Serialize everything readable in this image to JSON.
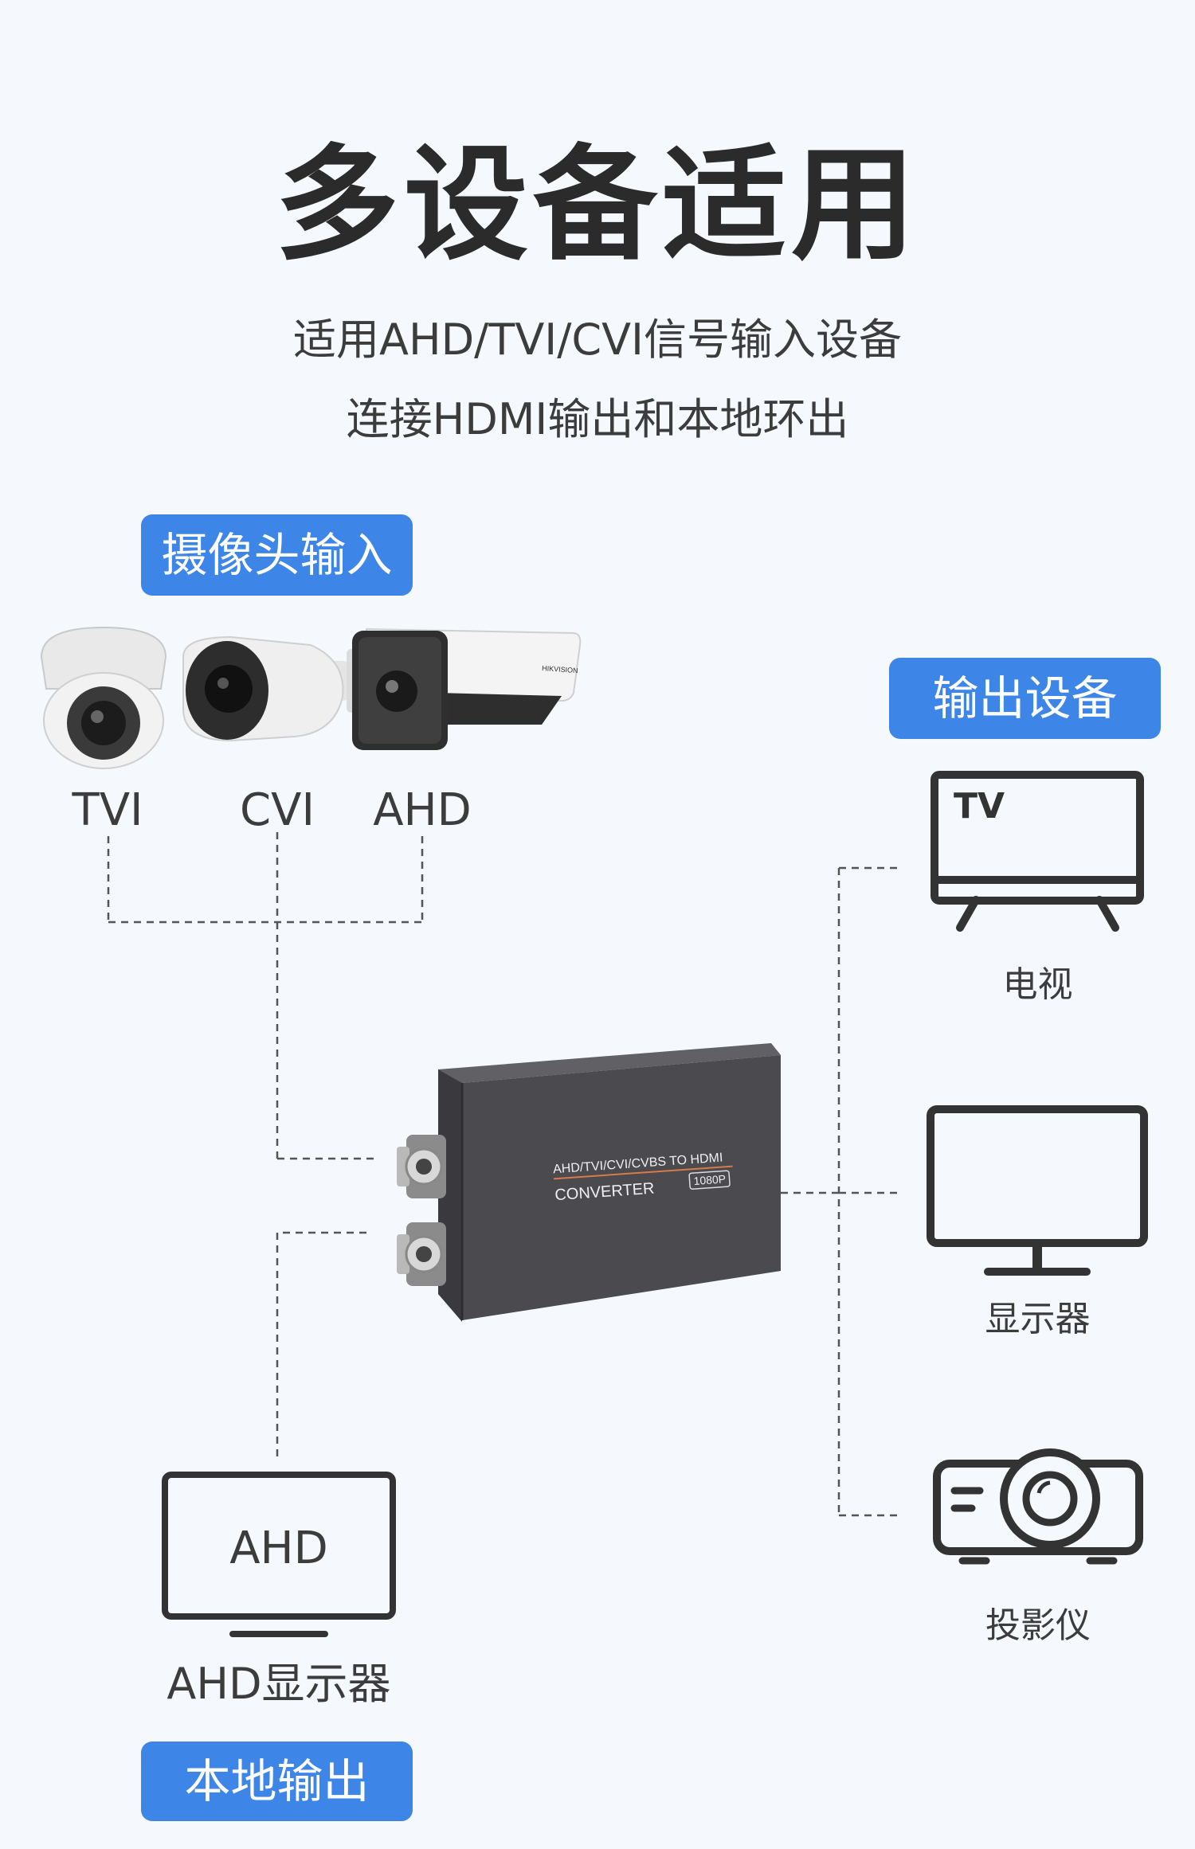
{
  "title": "多设备适用",
  "subtitle_lines": [
    "适用AHD/TVI/CVI信号输入设备",
    "连接HDMI输出和本地环出"
  ],
  "badges": {
    "camera_input": "摄像头输入",
    "output_devices": "输出设备",
    "local_output": "本地输出"
  },
  "cameras": [
    {
      "label": "TVI"
    },
    {
      "label": "CVI"
    },
    {
      "label": "AHD"
    }
  ],
  "converter": {
    "line1": "AHD/TVI/CVI/CVBS TO HDMI",
    "line2": "CONVERTER",
    "resolution": "1080P",
    "camera_brand": "HIKVISION"
  },
  "outputs": [
    {
      "label": "电视",
      "screen_text": "TV"
    },
    {
      "label": "显示器"
    },
    {
      "label": "投影仪"
    }
  ],
  "local_monitor": {
    "screen_text": "AHD",
    "label": "AHD显示器"
  },
  "colors": {
    "accent": "#3d86e8",
    "icon_stroke": "#333333",
    "line": "#555555",
    "background": "#f5f8fd"
  }
}
